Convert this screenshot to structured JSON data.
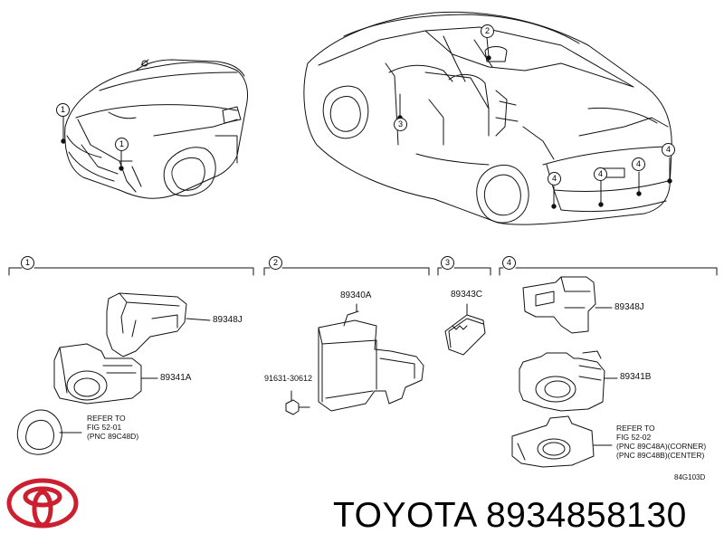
{
  "brand": {
    "maker": "TOYOTA",
    "part_number": "8934858130"
  },
  "diagram_ref": "84G103D",
  "section_markers": [
    "1",
    "2",
    "3",
    "4"
  ],
  "sections": [
    {
      "number": "1",
      "parts": [
        "89348J",
        "89341A"
      ],
      "note": [
        "REFER TO",
        "FIG 52-01",
        "(PNC 89C48D)"
      ]
    },
    {
      "number": "2",
      "parts": [
        "89340A",
        "91631-30612"
      ]
    },
    {
      "number": "3",
      "parts": [
        "89343C"
      ]
    },
    {
      "number": "4",
      "parts": [
        "89348J",
        "89341B"
      ],
      "note": [
        "REFER TO",
        "FIG 52-02",
        "(PNC 89C48A)(CORNER)",
        "(PNC 89C48B)(CENTER)"
      ]
    }
  ],
  "colors": {
    "logo": "#cc1f2f",
    "line": "#111111"
  },
  "icons": [
    "toyota-logo-icon"
  ]
}
